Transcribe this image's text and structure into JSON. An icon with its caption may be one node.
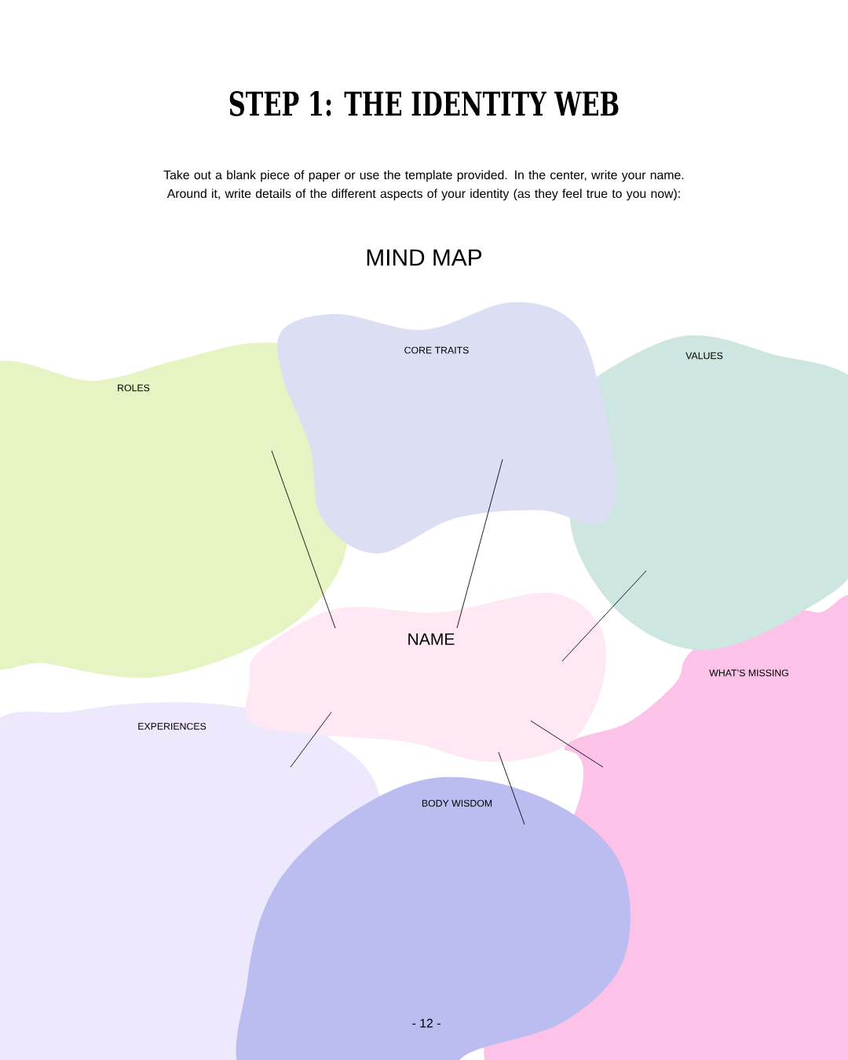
{
  "diagram": {
    "title": "STEP 1: THE IDENTITY WEB",
    "nodes": [
      {
        "text": [
          "CORE TRAITS"
        ]
      },
      {
        "text": [
          "VALUES"
        ]
      },
      {
        "text": [
          "ROLES"
        ]
      },
      {
        "text": [
          "NAME"
        ]
      },
      {
        "text": [
          "WHAT’S MISSING"
        ]
      },
      {
        "text": [
          "EXPERIENCES"
        ]
      },
      {
        "text": [
          "BODY WISDOM"
        ]
      }
    ],
    "edges": [
      {
        "from": 3,
        "to": 2,
        "arrow": "none"
      },
      {
        "from": 3,
        "to": 0,
        "arrow": "none"
      },
      {
        "from": 3,
        "to": 1,
        "arrow": "none"
      },
      {
        "from": 3,
        "to": 4,
        "arrow": "none"
      },
      {
        "from": 3,
        "to": 5,
        "arrow": "none"
      },
      {
        "from": 3,
        "to": 6,
        "arrow": "none"
      }
    ],
    "labels": [
      "Take out a blank piece of paper or use the template provided. In the center, write your name. Around it, write details of the different aspects of your identity (as they feel true to you now):",
      "MIND MAP",
      "- 12 -"
    ]
  }
}
